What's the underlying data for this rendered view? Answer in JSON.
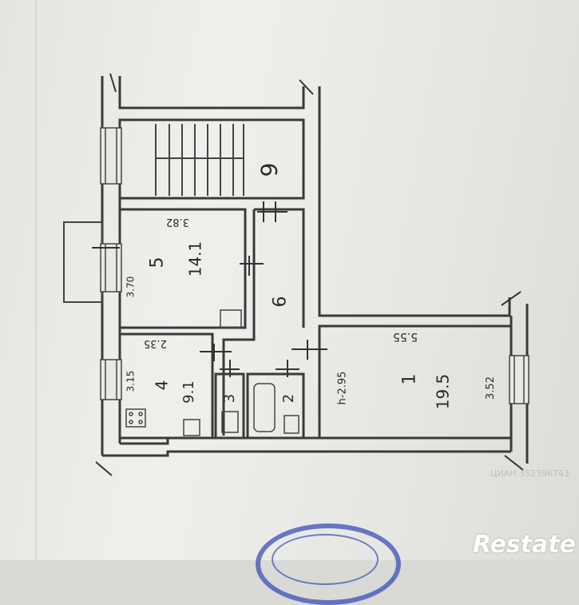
{
  "rooms": [
    {
      "id": "1",
      "area": "19.5",
      "dims": [
        "5.55",
        "3.52",
        "2.95"
      ],
      "dims_label_h": "h-2.95"
    },
    {
      "id": "2"
    },
    {
      "id": "3"
    },
    {
      "id": "4",
      "area": "9.1",
      "dims": [
        "2.35",
        "3.15"
      ]
    },
    {
      "id": "5",
      "area": "14.1",
      "dims": [
        "3.82",
        "3.70"
      ]
    },
    {
      "id": "6"
    },
    {
      "id": "9"
    }
  ],
  "watermark": "ЦИАН 352396743",
  "brand": "Restate",
  "stamp_color": "#3850b8"
}
